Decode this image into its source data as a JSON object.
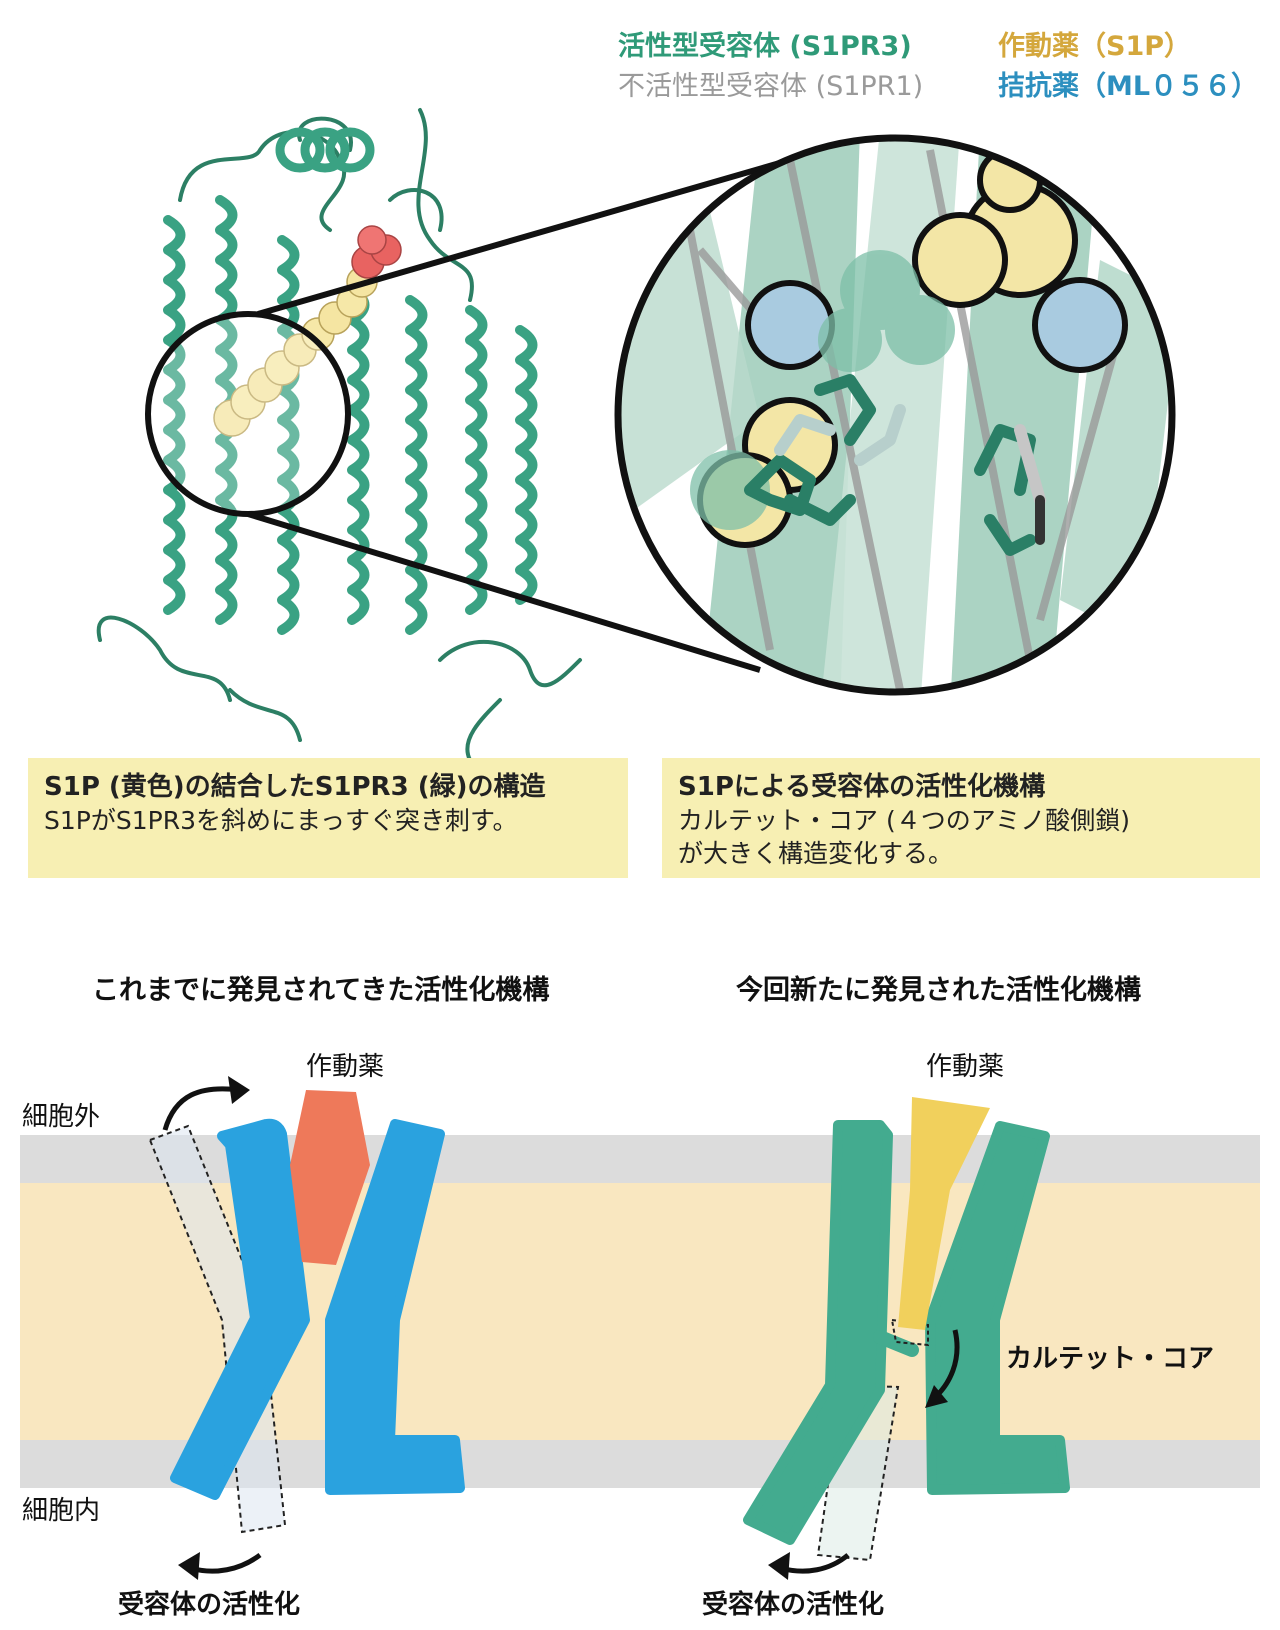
{
  "legend": {
    "active_receptor": "活性型受容体 (S1PR3)",
    "inactive_receptor": "不活性型受容体 (S1PR1)",
    "agonist": "作動薬（S1P）",
    "antagonist": "拮抗薬（ML０５６）"
  },
  "colors": {
    "active_green": "#2f9a78",
    "inactive_gray": "#9a9a9a",
    "agonist_yellow": "#d4a73c",
    "antagonist_blue": "#2c8fbf",
    "receptor_blue": "#2aa2df",
    "receptor_green": "#43ab8f",
    "agonist_orange": "#ee795a",
    "agonist_gold": "#f1d05c",
    "membrane_outer": "#dcdcdc",
    "membrane_inner": "#f9e7c0",
    "caption_bg": "#f7efb3"
  },
  "captions": {
    "left": {
      "title": "S1P (黄色)の結合したS1PR3 (緑)の構造",
      "body": "S1PがS1PR3を斜めにまっすぐ突き刺す。"
    },
    "right": {
      "title": "S1Pによる受容体の活性化機構",
      "body_line1": "カルテット・コア (４つのアミノ酸側鎖)",
      "body_line2": "が大きく構造変化する。"
    }
  },
  "mechanisms": {
    "left": {
      "title": "これまでに発見されてきた活性化機構",
      "agonist": "作動薬",
      "outside": "細胞外",
      "inside": "細胞内",
      "activation": "受容体の活性化"
    },
    "right": {
      "title": "今回新たに発見された活性化機構",
      "agonist": "作動薬",
      "quartet_core": "カルテット・コア",
      "activation": "受容体の活性化"
    }
  }
}
